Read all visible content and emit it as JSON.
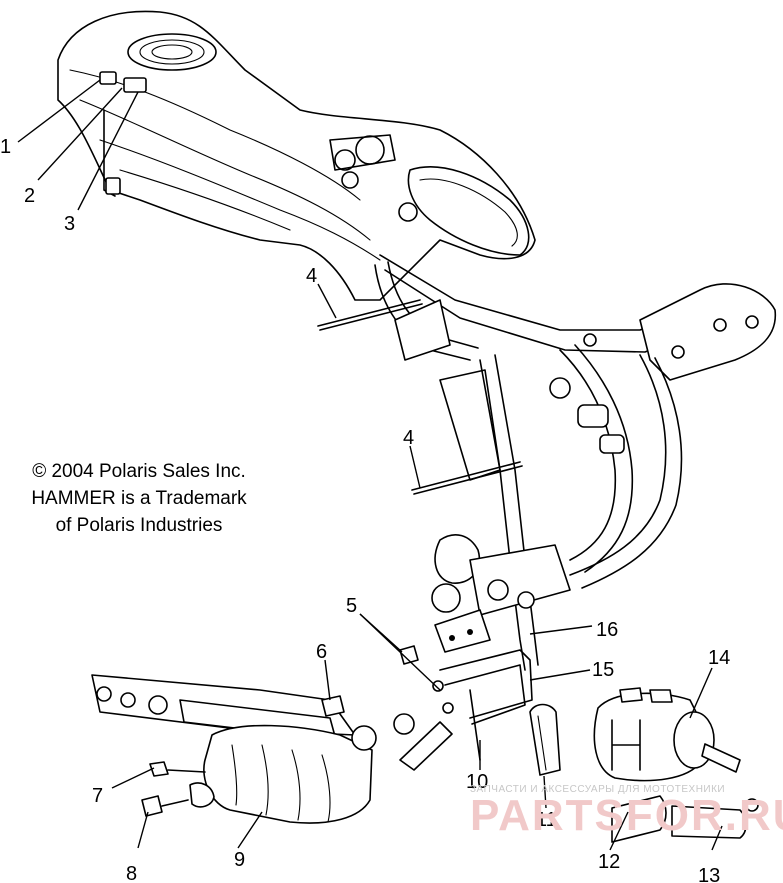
{
  "notice": {
    "line1": "© 2004 Polaris Sales Inc.",
    "line2": "HAMMER is a Trademark",
    "line3": "of Polaris Industries"
  },
  "callouts": [
    {
      "id": "1",
      "label": "1"
    },
    {
      "id": "2",
      "label": "2"
    },
    {
      "id": "3",
      "label": "3"
    },
    {
      "id": "4a",
      "label": "4"
    },
    {
      "id": "4b",
      "label": "4"
    },
    {
      "id": "5",
      "label": "5"
    },
    {
      "id": "6",
      "label": "6"
    },
    {
      "id": "7",
      "label": "7"
    },
    {
      "id": "8",
      "label": "8"
    },
    {
      "id": "9",
      "label": "9"
    },
    {
      "id": "10",
      "label": "10"
    },
    {
      "id": "11",
      "label": "11"
    },
    {
      "id": "12",
      "label": "12"
    },
    {
      "id": "13",
      "label": "13"
    },
    {
      "id": "14",
      "label": "14"
    },
    {
      "id": "15",
      "label": "15"
    },
    {
      "id": "16",
      "label": "16"
    }
  ],
  "watermark": {
    "tagline": "ЗАПЧАСТИ И АКСЕССУАРЫ ДЛЯ МОТОТЕХНИКИ",
    "logo": "PARTSFOR.RU"
  },
  "colors": {
    "ink": "#000000",
    "background": "#ffffff",
    "watermark": "#f1c9c9"
  }
}
